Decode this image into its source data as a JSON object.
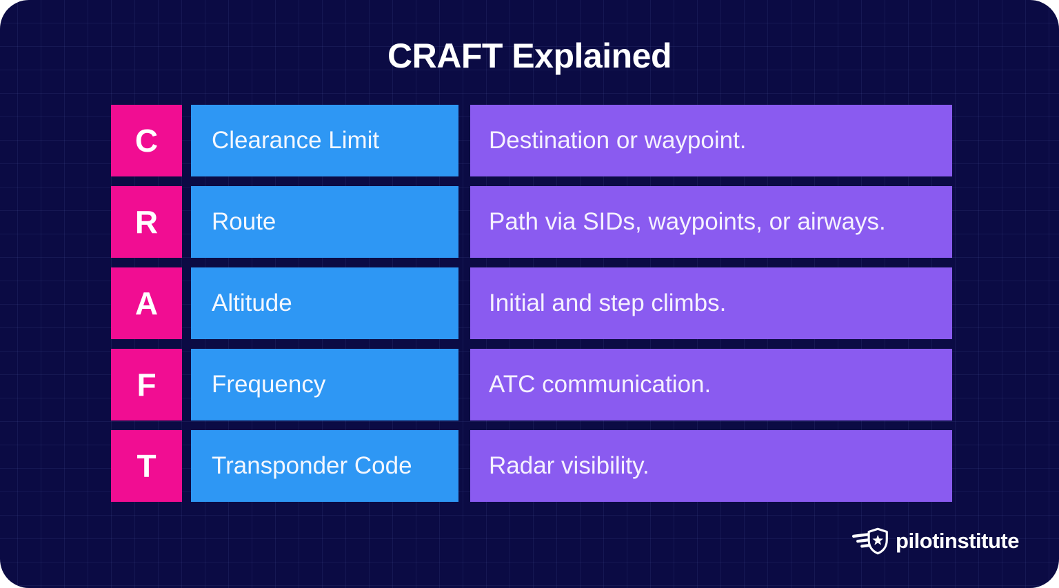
{
  "title": "CRAFT Explained",
  "rows": [
    {
      "letter": "C",
      "label": "Clearance Limit",
      "description": "Destination or waypoint."
    },
    {
      "letter": "R",
      "label": "Route",
      "description": "Path via SIDs, waypoints, or airways."
    },
    {
      "letter": "A",
      "label": "Altitude",
      "description": "Initial and step climbs."
    },
    {
      "letter": "F",
      "label": "Frequency",
      "description": "ATC communication."
    },
    {
      "letter": "T",
      "label": "Transponder Code",
      "description": "Radar visibility."
    }
  ],
  "branding": {
    "logo_text": "pilotinstitute",
    "logo_icon": "winged-shield-star-icon"
  },
  "colors": {
    "bg": "#0B0B44",
    "letter_tile": "#F10D92",
    "label_tile": "#2E97F4",
    "desc_tile": "#8A5BF0",
    "text": "#FFFFFF"
  }
}
